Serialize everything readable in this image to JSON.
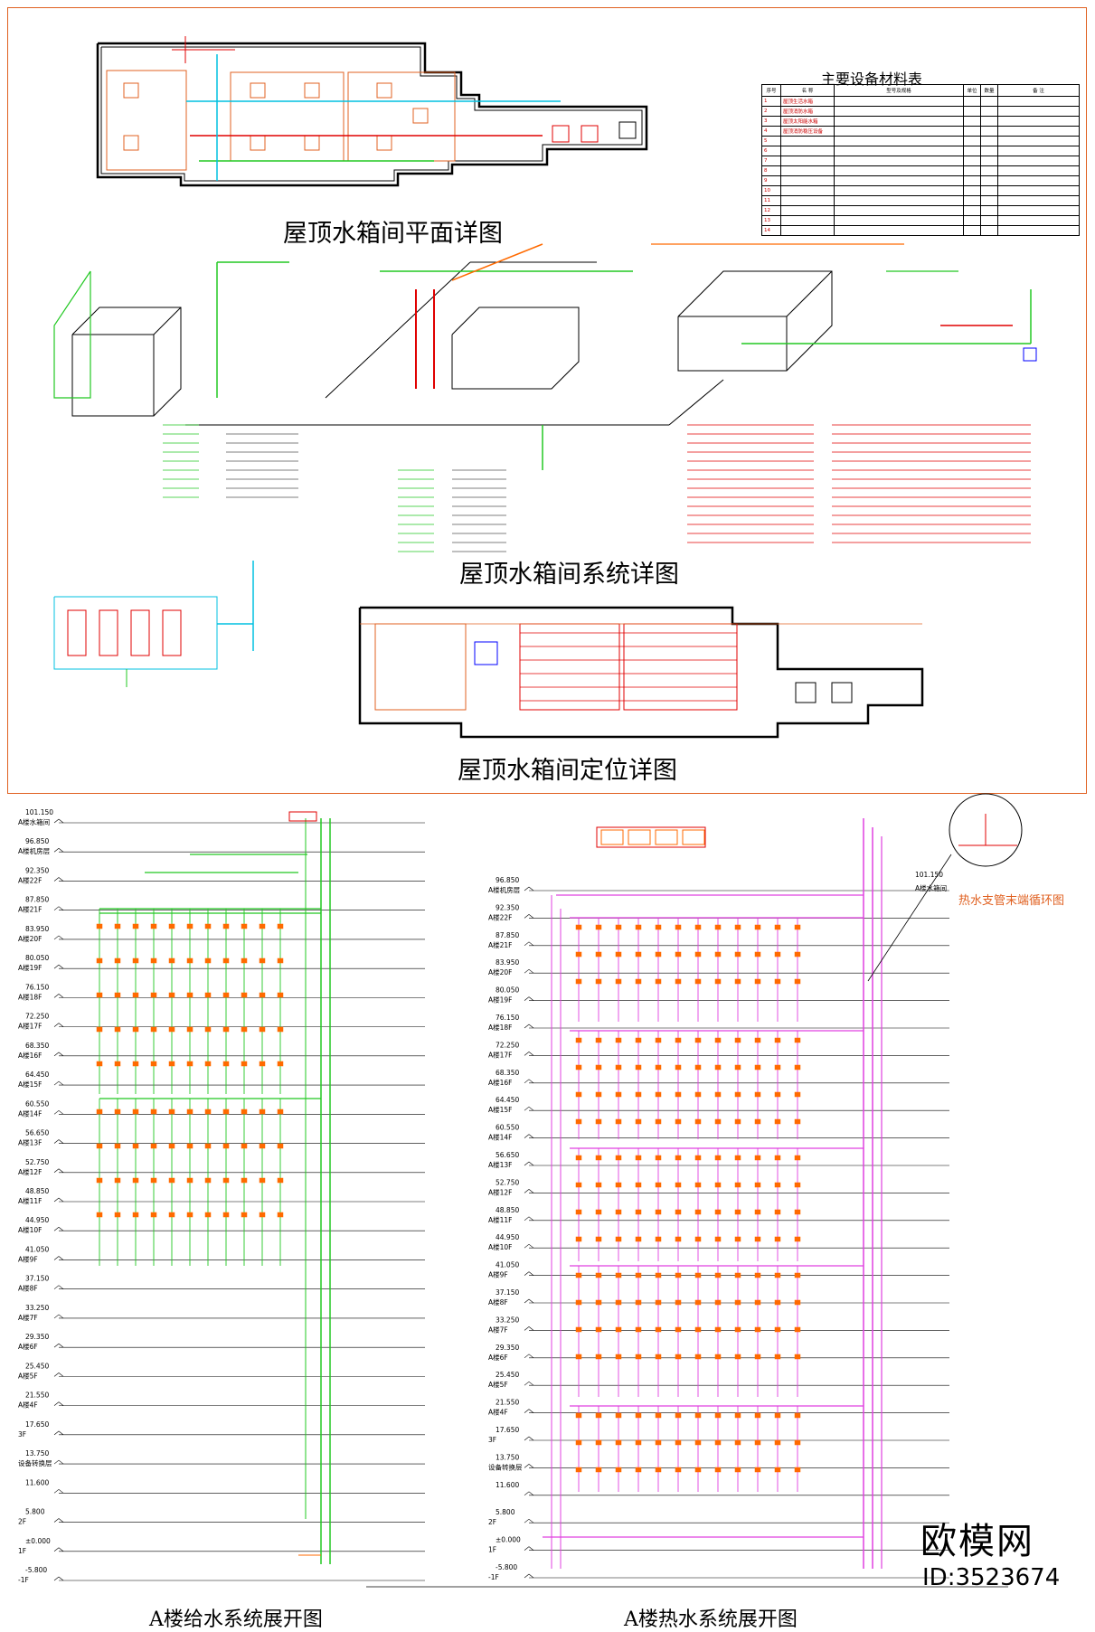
{
  "titles": {
    "plan": "屋顶水箱间平面详图",
    "system": "屋顶水箱间系统详图",
    "position": "屋顶水箱间定位详图",
    "table": "主要设备材料表",
    "supply": "A楼给水系统展开图",
    "hot": "A楼热水系统展开图",
    "detail": "热水支管末端循环图"
  },
  "table": {
    "headers": [
      "序号",
      "名 称",
      "型号及规格",
      "单位",
      "数量",
      "备 注"
    ],
    "rows": [
      [
        "1",
        "屋顶生活水箱",
        "",
        "",
        "",
        ""
      ],
      [
        "2",
        "屋顶消防水箱",
        "",
        "",
        "",
        ""
      ],
      [
        "3",
        "屋顶太阳能水箱",
        "",
        "",
        "",
        ""
      ],
      [
        "4",
        "屋顶消防稳压设备",
        "",
        "",
        "",
        ""
      ],
      [
        "5",
        "",
        "",
        "",
        "",
        ""
      ],
      [
        "6",
        "",
        "",
        "",
        "",
        ""
      ],
      [
        "7",
        "",
        "",
        "",
        "",
        ""
      ],
      [
        "8",
        "",
        "",
        "",
        "",
        ""
      ],
      [
        "9",
        "",
        "",
        "",
        "",
        ""
      ],
      [
        "10",
        "",
        "",
        "",
        "",
        ""
      ],
      [
        "11",
        "",
        "",
        "",
        "",
        ""
      ],
      [
        "12",
        "",
        "",
        "",
        "",
        ""
      ],
      [
        "13",
        "",
        "",
        "",
        "",
        ""
      ],
      [
        "14",
        "",
        "",
        "",
        "",
        ""
      ]
    ]
  },
  "supply_levels": [
    {
      "label": "A楼水箱间",
      "elev": "101.150"
    },
    {
      "label": "A楼机房层",
      "elev": "96.850"
    },
    {
      "label": "A楼22F",
      "elev": "92.350"
    },
    {
      "label": "A楼21F",
      "elev": "87.850"
    },
    {
      "label": "A楼20F",
      "elev": "83.950"
    },
    {
      "label": "A楼19F",
      "elev": "80.050"
    },
    {
      "label": "A楼18F",
      "elev": "76.150"
    },
    {
      "label": "A楼17F",
      "elev": "72.250"
    },
    {
      "label": "A楼16F",
      "elev": "68.350"
    },
    {
      "label": "A楼15F",
      "elev": "64.450"
    },
    {
      "label": "A楼14F",
      "elev": "60.550"
    },
    {
      "label": "A楼13F",
      "elev": "56.650"
    },
    {
      "label": "A楼12F",
      "elev": "52.750"
    },
    {
      "label": "A楼11F",
      "elev": "48.850"
    },
    {
      "label": "A楼10F",
      "elev": "44.950"
    },
    {
      "label": "A楼9F",
      "elev": "41.050"
    },
    {
      "label": "A楼8F",
      "elev": "37.150"
    },
    {
      "label": "A楼7F",
      "elev": "33.250"
    },
    {
      "label": "A楼6F",
      "elev": "29.350"
    },
    {
      "label": "A楼5F",
      "elev": "25.450"
    },
    {
      "label": "A楼4F",
      "elev": "21.550"
    },
    {
      "label": "3F",
      "elev": "17.650"
    },
    {
      "label": "设备转换层",
      "elev": "13.750"
    },
    {
      "label": "",
      "elev": "11.600"
    },
    {
      "label": "2F",
      "elev": "5.800"
    },
    {
      "label": "1F",
      "elev": "±0.000"
    },
    {
      "label": "-1F",
      "elev": "-5.800"
    }
  ],
  "hot_levels": [
    {
      "label": "A楼机房层",
      "elev": "96.850"
    },
    {
      "label": "A楼22F",
      "elev": "92.350"
    },
    {
      "label": "A楼21F",
      "elev": "87.850"
    },
    {
      "label": "A楼20F",
      "elev": "83.950"
    },
    {
      "label": "A楼19F",
      "elev": "80.050"
    },
    {
      "label": "A楼18F",
      "elev": "76.150"
    },
    {
      "label": "A楼17F",
      "elev": "72.250"
    },
    {
      "label": "A楼16F",
      "elev": "68.350"
    },
    {
      "label": "A楼15F",
      "elev": "64.450"
    },
    {
      "label": "A楼14F",
      "elev": "60.550"
    },
    {
      "label": "A楼13F",
      "elev": "56.650"
    },
    {
      "label": "A楼12F",
      "elev": "52.750"
    },
    {
      "label": "A楼11F",
      "elev": "48.850"
    },
    {
      "label": "A楼10F",
      "elev": "44.950"
    },
    {
      "label": "A楼9F",
      "elev": "41.050"
    },
    {
      "label": "A楼8F",
      "elev": "37.150"
    },
    {
      "label": "A楼7F",
      "elev": "33.250"
    },
    {
      "label": "A楼6F",
      "elev": "29.350"
    },
    {
      "label": "A楼5F",
      "elev": "25.450"
    },
    {
      "label": "A楼4F",
      "elev": "21.550"
    },
    {
      "label": "3F",
      "elev": "17.650"
    },
    {
      "label": "设备转换层",
      "elev": "13.750"
    },
    {
      "label": "",
      "elev": "11.600"
    },
    {
      "label": "2F",
      "elev": "5.800"
    },
    {
      "label": "1F",
      "elev": "±0.000"
    },
    {
      "label": "-1F",
      "elev": "-5.800"
    }
  ],
  "hot_top_elev": "101.150",
  "hot_top_label": "A楼水箱间",
  "watermark": {
    "brand": "欧模网",
    "id": "ID:3523674"
  },
  "colors": {
    "frame": "#e06020",
    "supply": "#22c822",
    "hot": "#e040e0",
    "fixture": "#ff6a00",
    "cyan": "#00c0e0",
    "red": "#e00000"
  }
}
